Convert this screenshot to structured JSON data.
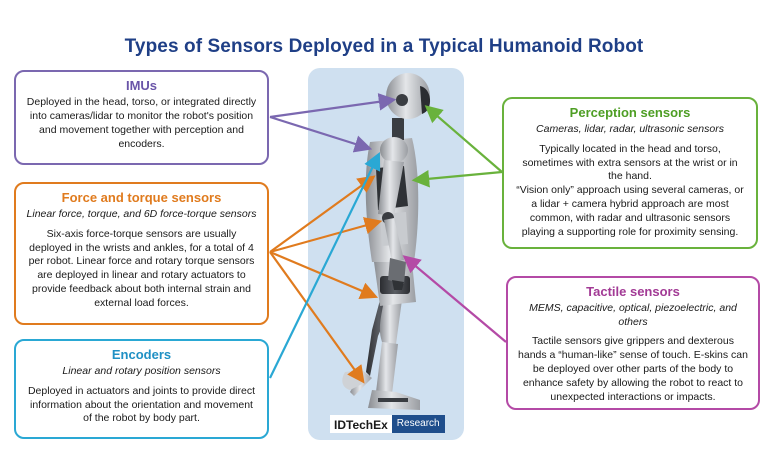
{
  "title": "Types of Sensors Deployed in a Typical Humanoid Robot",
  "boxes": {
    "imu": {
      "heading": "IMUs",
      "body": "Deployed in the head, torso, or integrated directly into cameras/lidar to monitor the robot's position and movement together with perception and encoders."
    },
    "force": {
      "heading": "Force and torque sensors",
      "sub": "Linear force, torque, and 6D force-torque sensors",
      "body": "Six-axis force-torque sensors are usually deployed in the wrists and ankles, for a total of 4 per robot. Linear force and rotary torque sensors are deployed in linear and rotary actuators to provide feedback about both internal strain and external load forces."
    },
    "encoders": {
      "heading": "Encoders",
      "sub": "Linear and rotary position sensors",
      "body": "Deployed in actuators and joints to provide direct information about the orientation and movement of the robot by body part."
    },
    "perception": {
      "heading": "Perception sensors",
      "sub": "Cameras, lidar, radar, ultrasonic sensors",
      "body1": "Typically located in the head and torso, sometimes with extra sensors at the wrist or in the hand.",
      "body2": "“Vision only” approach using several cameras, or a lidar + camera hybrid approach are most common, with radar and ultrasonic sensors playing a supporting role for proximity sensing."
    },
    "tactile": {
      "heading": "Tactile sensors",
      "sub": "MEMS, capacitive, optical, piezoelectric, and others",
      "body": "Tactile sensors give grippers and dexterous hands a “human-like” sense of touch. E-skins can be deployed over other parts of the body to enhance safety by allowing the robot to react to unexpected interactions or impacts."
    }
  },
  "logo": {
    "brand": "IDTechEx",
    "tag": "Research"
  },
  "colors": {
    "title": "#1f3f86",
    "imu": "#7b68b0",
    "force": "#e07b1e",
    "encoders": "#2aa8d4",
    "perception": "#69b23c",
    "tactile": "#b44aa6",
    "panel": "#cfe0f0"
  }
}
